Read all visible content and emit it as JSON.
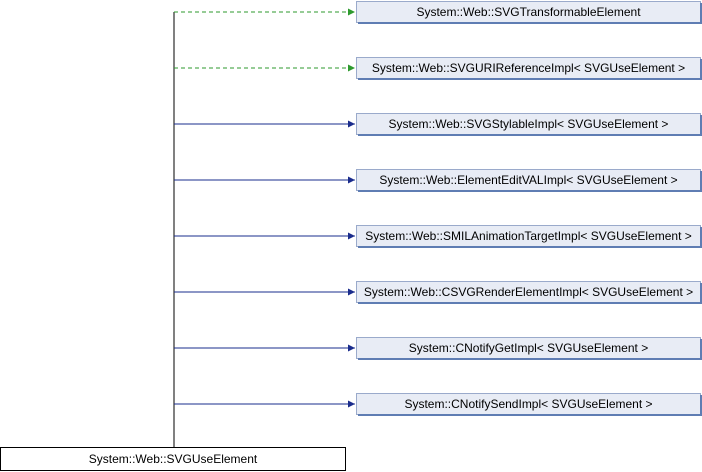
{
  "diagram": {
    "derived_class": {
      "label": "System::Web::SVGUseElement"
    },
    "base_classes": [
      {
        "label": "System::Web::SVGTransformableElement",
        "relation": "dashed"
      },
      {
        "label": "System::Web::SVGURIReferenceImpl< SVGUseElement >",
        "relation": "dashed"
      },
      {
        "label": "System::Web::SVGStylableImpl< SVGUseElement >",
        "relation": "solid"
      },
      {
        "label": "System::Web::ElementEditVALImpl< SVGUseElement >",
        "relation": "solid"
      },
      {
        "label": "System::Web::SMILAnimationTargetImpl< SVGUseElement >",
        "relation": "solid"
      },
      {
        "label": "System::Web::CSVGRenderElementImpl< SVGUseElement >",
        "relation": "solid"
      },
      {
        "label": "System::CNotifyGetImpl< SVGUseElement >",
        "relation": "solid"
      },
      {
        "label": "System::CNotifySendImpl< SVGUseElement >",
        "relation": "solid"
      }
    ],
    "colors": {
      "base_fill": "#E8ECF5",
      "base_border": "#9AAACB",
      "base_shadow": "#5F7DB3",
      "derived_fill": "#FFFFFF",
      "derived_border": "#000000",
      "trunk": "#000000",
      "solid_edge": "#1A2C8C",
      "dashed_edge": "#2E9A2E"
    }
  }
}
